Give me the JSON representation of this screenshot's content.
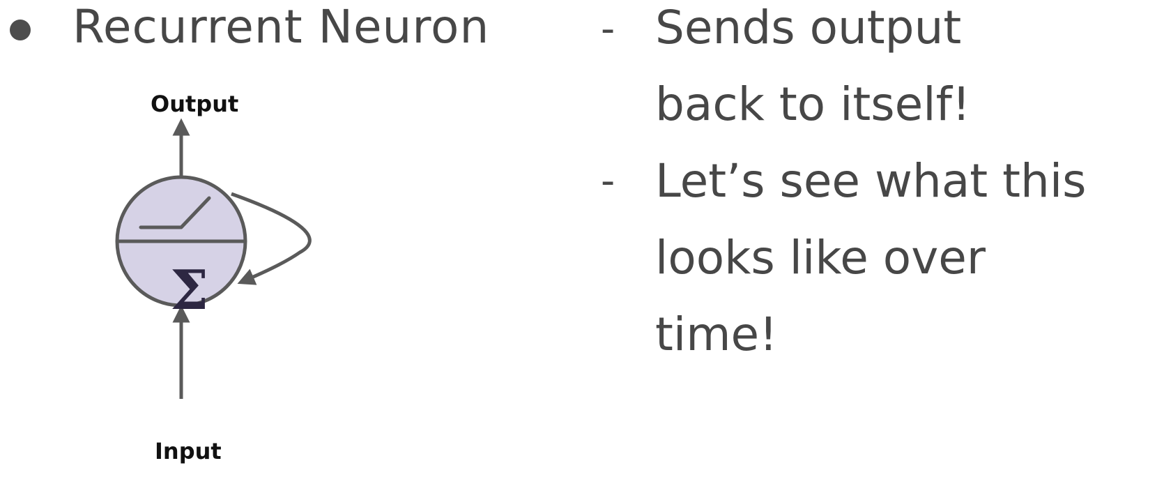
{
  "slide": {
    "heading": "Recurrent Neuron",
    "points": [
      "Sends output\nback to itself!",
      "Let’s see what this\nlooks like over\ntime!"
    ]
  },
  "diagram": {
    "output_label": "Output",
    "input_label": "Input",
    "sum_symbol": "Σ",
    "colors": {
      "neuron_fill": "#d6d2e6",
      "stroke": "#5a5a5a"
    }
  }
}
